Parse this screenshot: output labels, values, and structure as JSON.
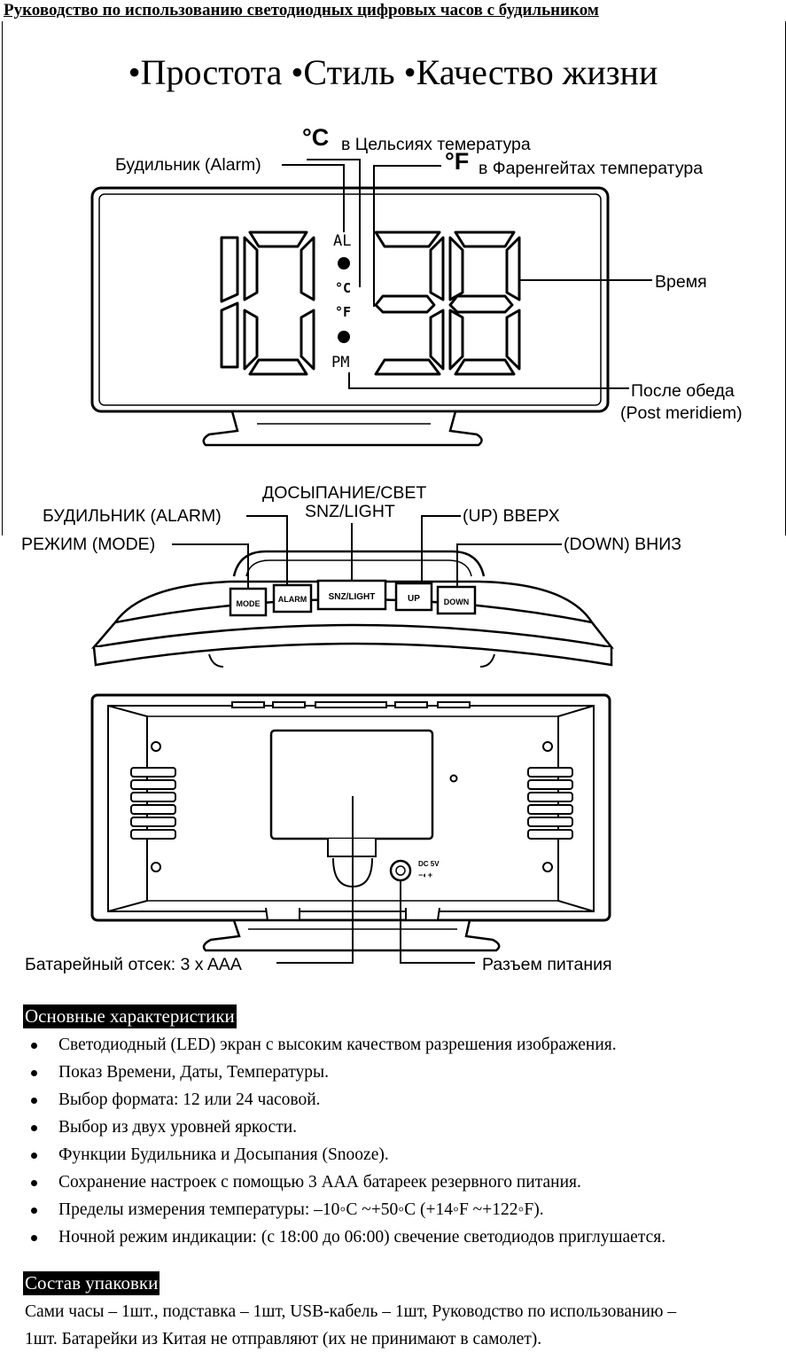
{
  "title": "Руководство по использованию светодиодных цифровых часов с будильником",
  "slogan": "•Простота •Стиль •Качество жизни",
  "front": {
    "alarm_label": "Будильник (Alarm)",
    "celsius_symbol": "°C",
    "celsius_label": "в Цельсиях темература",
    "fahrenheit_symbol": "°F",
    "fahrenheit_label": "в Фаренгейтах температура",
    "time_label": "Время",
    "pm_label_line1": "После обеда",
    "pm_label_line2": "(Post meridiem)",
    "display_time": "10:38",
    "display_indicators": [
      "AL",
      "°C",
      "°F",
      "PM"
    ]
  },
  "top_view": {
    "alarm_label": "БУДИЛЬНИК (ALARM)",
    "snooze_label_line1": "ДОСЫПАНИЕ/СВЕТ",
    "snooze_label_line2": "SNZ/LIGHT",
    "up_label": "(UP) ВВЕРХ",
    "mode_label": "РЕЖИМ (MODE)",
    "down_label": "(DOWN) ВНИЗ",
    "buttons": [
      "MODE",
      "ALARM",
      "SNZ/LIGHT",
      "UP",
      "DOWN"
    ]
  },
  "back": {
    "dc_label": "DC 5V",
    "battery_label": "Батарейный отсек: 3 x AAA",
    "power_label": "Разъем питания"
  },
  "features": {
    "header": "Основные характеристики",
    "items": [
      "Светодиодный (LED) экран с высоким качеством разрешения изображения.",
      "Показ Времени, Даты, Температуры.",
      "Выбор формата: 12 или 24 часовой.",
      "Выбор из двух уровней яркости.",
      "Функции Будильника и Досыпания (Snooze).",
      "Сохранение настроек с помощью 3 ААА батареек резервного питания.",
      "Пределы измерения температуры: –10◦C ~+50◦C (+14◦F ~+122◦F).",
      "Ночной режим индикации: (с 18:00 до 06:00) свечение светодиодов приглушается."
    ]
  },
  "package": {
    "header": "Состав упаковки",
    "line1": "Сами часы – 1шт., подставка – 1шт, USB-кабель – 1шт, Руководство по использованию –",
    "line2": "1шт. Батарейки из Китая не отправляют (их не принимают в самолет)."
  },
  "colors": {
    "ink": "#000000",
    "paper": "#ffffff"
  }
}
